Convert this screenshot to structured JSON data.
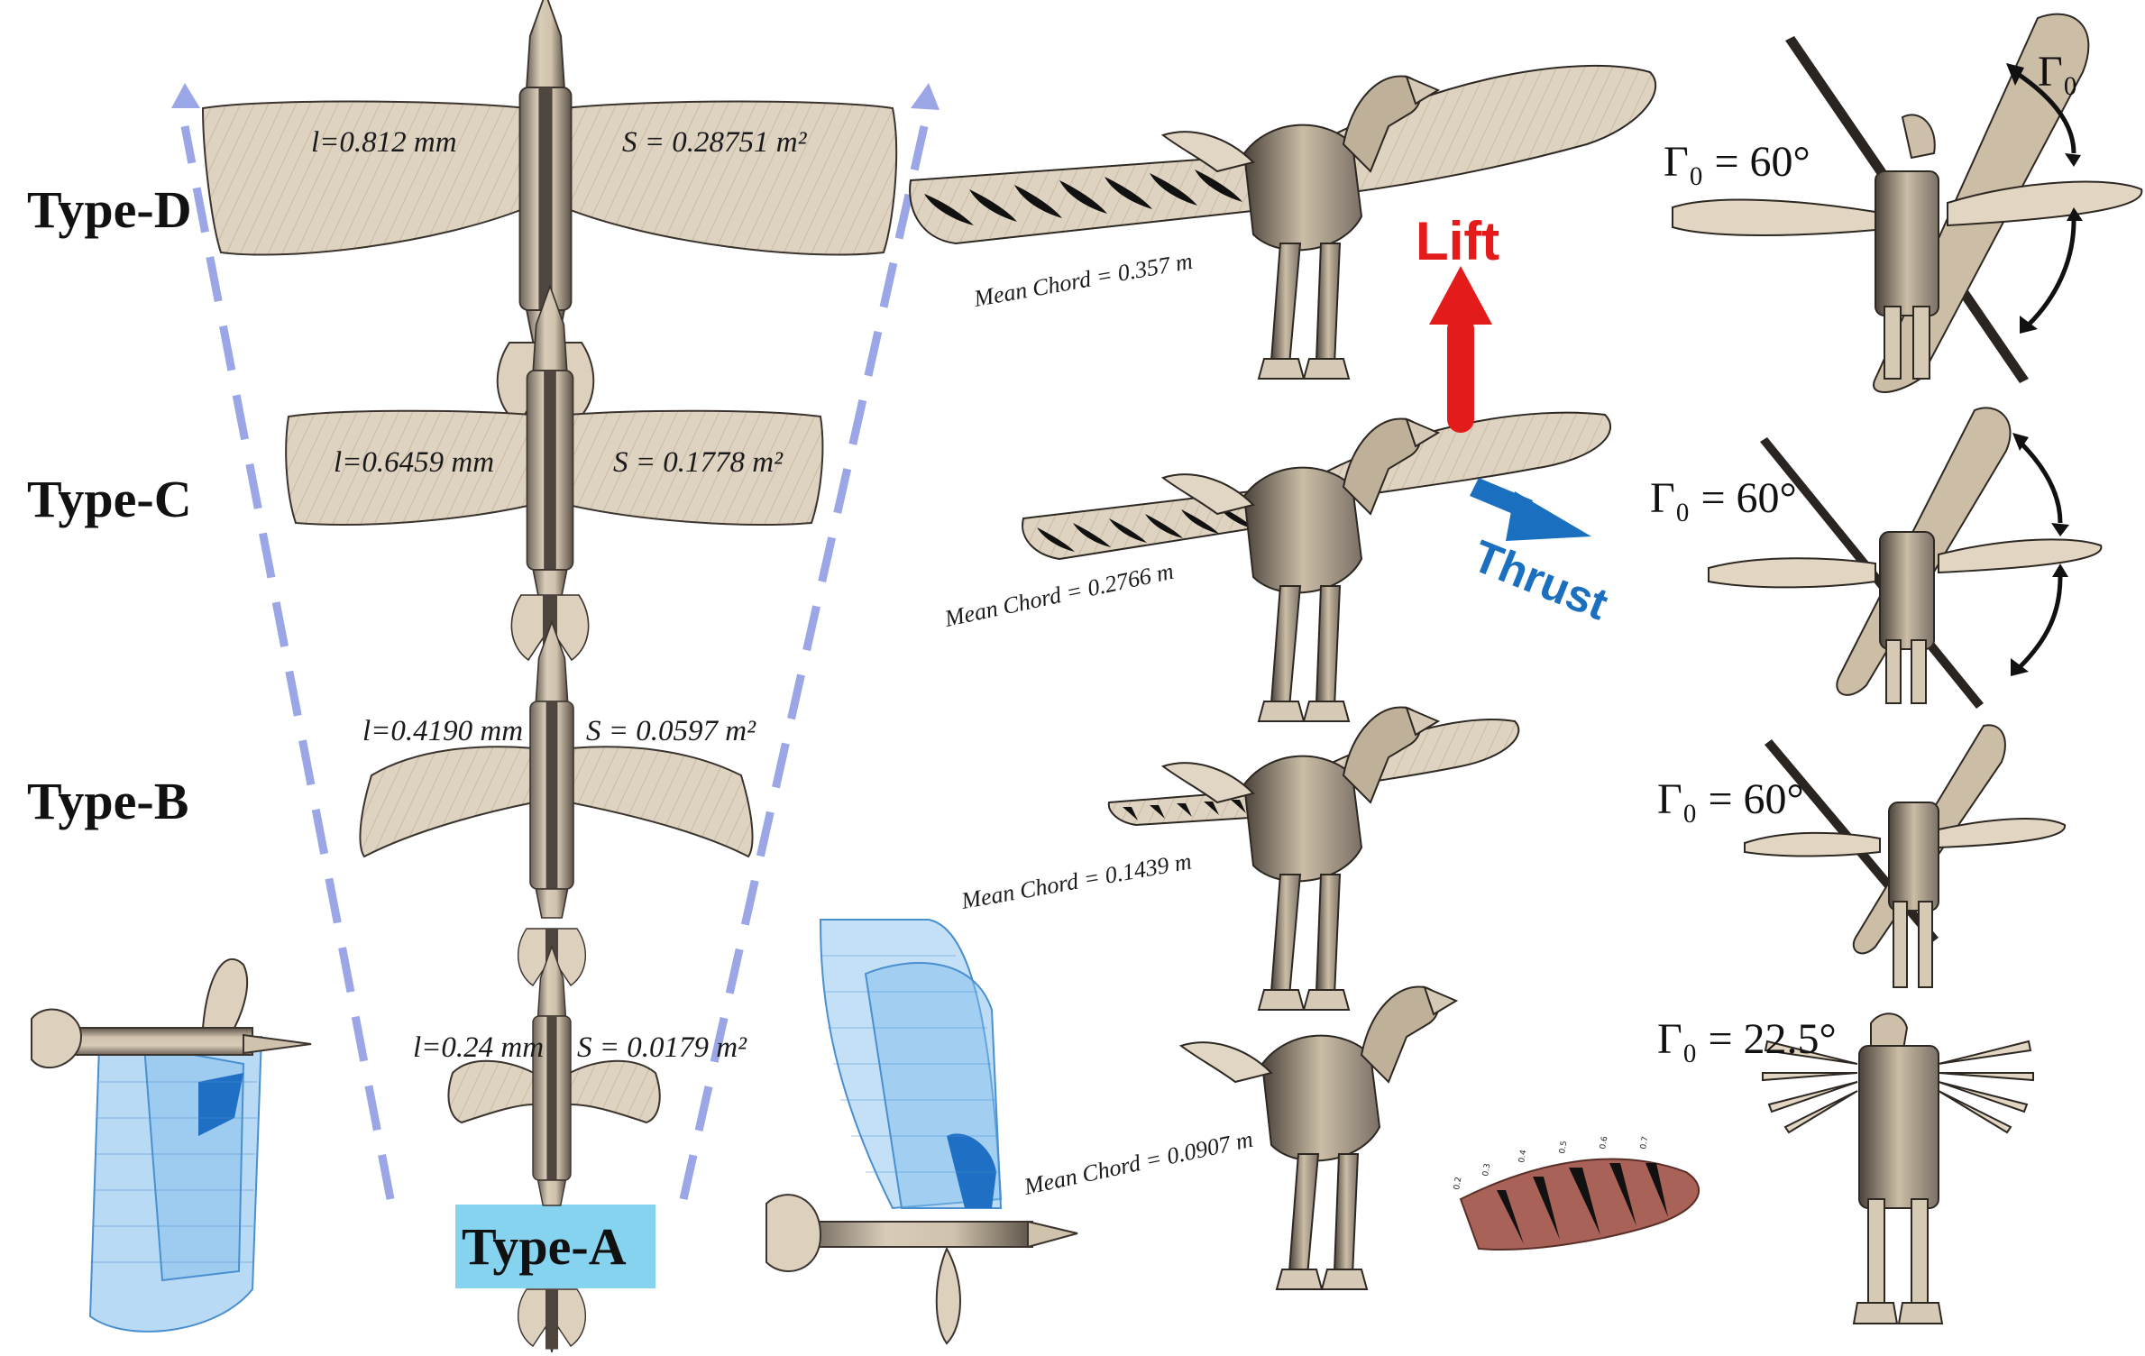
{
  "types": [
    {
      "label": "Type-D",
      "l_text": "l=0.812 mm",
      "s_text": "S = 0.28751 m²",
      "chord_text": "Mean Chord = 0.357 m",
      "gamma_text": "Γ₀ = 60°"
    },
    {
      "label": "Type-C",
      "l_text": "l=0.6459 mm",
      "s_text": "S = 0.1778 m²",
      "chord_text": "Mean Chord = 0.2766 m",
      "gamma_text": "Γ₀ = 60°"
    },
    {
      "label": "Type-B",
      "l_text": "l=0.4190 mm",
      "s_text": "S = 0.0597 m²",
      "chord_text": "Mean Chord = 0.1439 m",
      "gamma_text": "Γ₀ = 60°"
    },
    {
      "label": "Type-A",
      "l_text": "l=0.24 mm",
      "s_text": "S = 0.0179 m²",
      "chord_text": "Mean Chord = 0.0907 m",
      "gamma_text": "Γ₀ = 22.5°"
    }
  ],
  "force_labels": {
    "lift": "Lift",
    "thrust": "Thrust"
  },
  "gamma_symbol": "Γ₀",
  "colors": {
    "wing_fill": "#d9ccb8",
    "body_fill": "#cdbfa9",
    "body_dark": "#5b5248",
    "lift_arrow": "#e41b1b",
    "thrust_arrow": "#1a6fbf",
    "envelope_blue": "#7dbbeb",
    "dashed_guide": "#9aa6e6",
    "type_a_box": "#86d3ef",
    "airfoil_rib": "#a96257"
  }
}
